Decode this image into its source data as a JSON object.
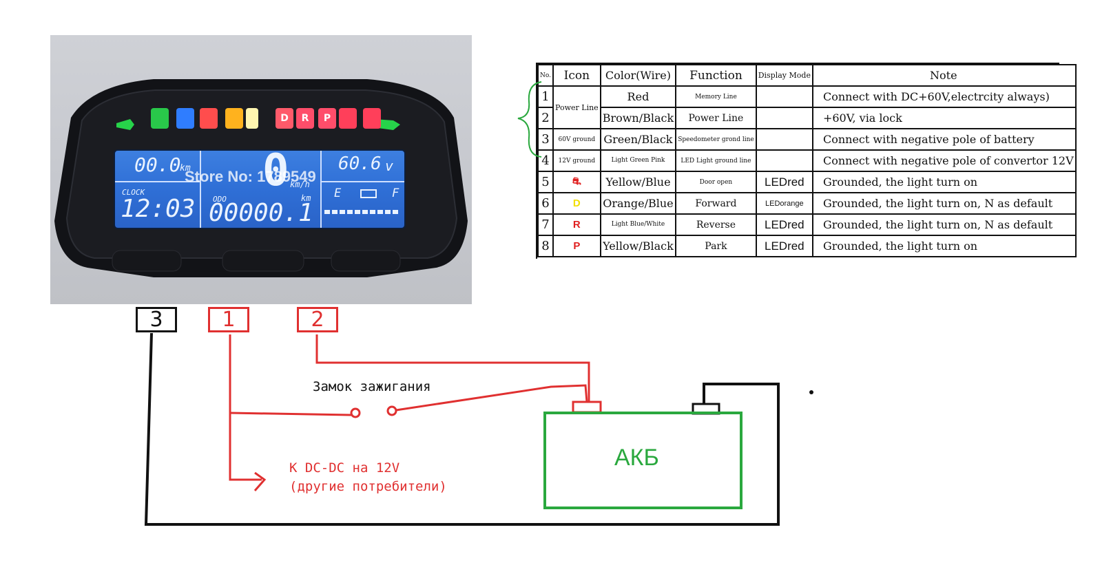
{
  "dashboard": {
    "odo_label": "ODO",
    "trip": "00.0",
    "trip_unit": "km",
    "clock_label": "CLOCK",
    "clock": "12:03",
    "speed": "0",
    "speed_unit": "km/h",
    "voltage": "60.6",
    "voltage_unit": "v",
    "odometer": "00000.1",
    "odo_unit": "km",
    "fuel_empty": "E",
    "fuel_full": "F",
    "watermark": "Store No: 1789549",
    "lamps": [
      "",
      "",
      "",
      "",
      "D",
      "",
      "R",
      "P",
      "",
      "",
      ""
    ]
  },
  "table": {
    "headers": [
      "No.",
      "Icon",
      "Color(Wire)",
      "Function",
      "Display Mode",
      "Note"
    ],
    "rows": [
      {
        "no": "1",
        "icon": "Power Line",
        "color": "Red",
        "function": "Memory Line",
        "display": "",
        "note": "Connect with DC+60V,electrcity always)"
      },
      {
        "no": "2",
        "icon": "",
        "color": "Brown/Black",
        "function": "Power Line",
        "display": "",
        "note": "+60V, via lock"
      },
      {
        "no": "3",
        "icon": "60V ground",
        "color": "Green/Black",
        "function": "Speedometer grond line",
        "display": "",
        "note": "Connect with negative pole of battery"
      },
      {
        "no": "4",
        "icon": "12V ground",
        "color": "Light Green Pink",
        "function": "LED Light ground line",
        "display": "",
        "note": "Connect with negative pole of  convertor 12V"
      },
      {
        "no": "5",
        "icon": "⛐",
        "color": "Yellow/Blue",
        "function": "Door open",
        "display": "LEDred",
        "note": "Grounded, the light turn on"
      },
      {
        "no": "6",
        "icon": "D",
        "color": "Orange/Blue",
        "function": "Forward",
        "display": "LEDorange",
        "note": "Grounded, the light turn on, N as default"
      },
      {
        "no": "7",
        "icon": "R",
        "color": "Light Blue/White",
        "function": "Reverse",
        "display": "LEDred",
        "note": "Grounded, the light turn on, N as default"
      },
      {
        "no": "8",
        "icon": "P",
        "color": "Yellow/Black",
        "function": "Park",
        "display": "LEDred",
        "note": "Grounded, the light turn on"
      }
    ]
  },
  "diagram": {
    "box3": "3",
    "box1": "1",
    "box2": "2",
    "ignition_label": "Замок  зажигания",
    "dc_label_line1": "К DC-DC на 12V",
    "dc_label_line2": "(другие потребители)",
    "battery_label": "АКБ"
  },
  "colors": {
    "red_wire": "#e03030",
    "black_wire": "#111111",
    "battery": "#2aa83e",
    "brace": "#2aa83e",
    "lcd": "#2f6fd6"
  }
}
